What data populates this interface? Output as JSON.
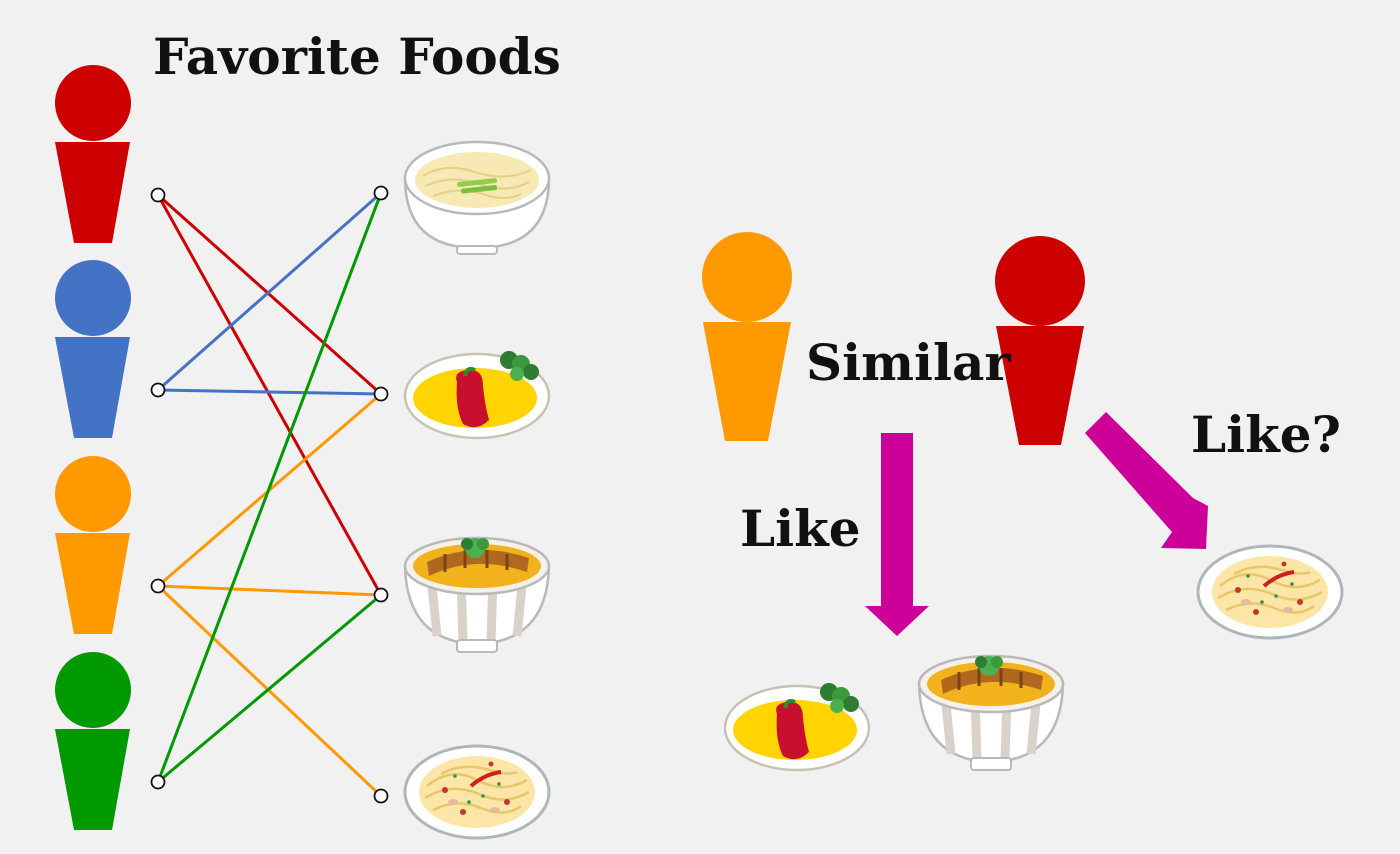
{
  "title": "Favorite Foods",
  "labels": {
    "similar": "Similar",
    "like": "Like",
    "like_question": "Like?"
  },
  "colors": {
    "red": "#cc0000",
    "blue": "#4472c4",
    "orange": "#ff9900",
    "green": "#009900",
    "arrow": "#cc0099",
    "background": "#f1f1f1"
  },
  "people": [
    {
      "name": "red-person",
      "color": "#cc0000"
    },
    {
      "name": "blue-person",
      "color": "#4472c4"
    },
    {
      "name": "orange-person",
      "color": "#ff9900"
    },
    {
      "name": "green-person",
      "color": "#009900"
    }
  ],
  "foods": [
    "ramen",
    "omurice",
    "katsudon",
    "pasta"
  ],
  "likes": [
    {
      "person": "red-person",
      "food": "omurice"
    },
    {
      "person": "red-person",
      "food": "katsudon"
    },
    {
      "person": "blue-person",
      "food": "ramen"
    },
    {
      "person": "blue-person",
      "food": "omurice"
    },
    {
      "person": "orange-person",
      "food": "omurice"
    },
    {
      "person": "orange-person",
      "food": "katsudon"
    },
    {
      "person": "orange-person",
      "food": "pasta"
    },
    {
      "person": "green-person",
      "food": "ramen"
    },
    {
      "person": "green-person",
      "food": "katsudon"
    }
  ]
}
